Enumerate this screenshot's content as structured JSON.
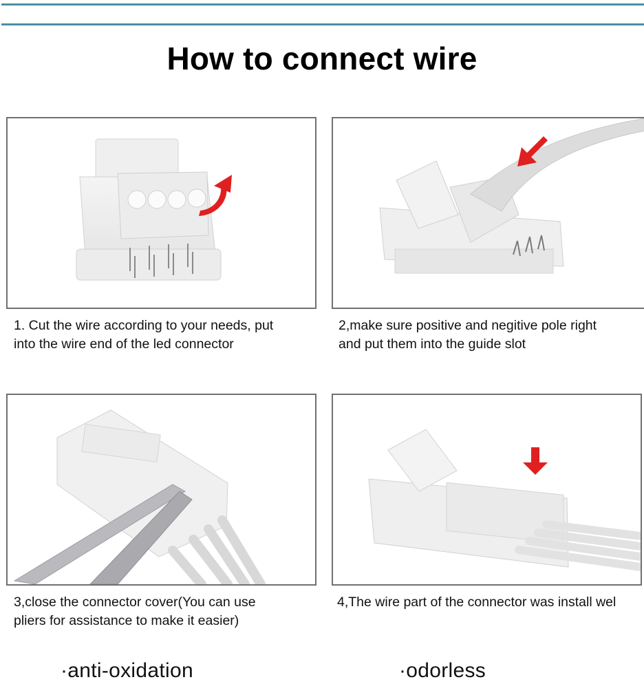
{
  "header": {
    "title": "How to connect wire",
    "accent_color": "#4a8fa3"
  },
  "steps": [
    {
      "caption_line1": "1. Cut the wire according to your needs, put",
      "caption_line2": "into the wire end of the led connector",
      "image_description": "open clear 4-pin LED strip connector with lid flipped up",
      "indicator": "curved-arrow-icon",
      "indicator_color": "#e02020"
    },
    {
      "caption_line1": "2,make sure positive and negitive pole right",
      "caption_line2": "and put them into the guide slot",
      "image_description": "flat 4-core wire inserted into connector guide slot",
      "indicator": "arrow-down-left-icon",
      "indicator_color": "#e02020"
    },
    {
      "caption_line1": "3,close the connector cover(You can use",
      "caption_line2": "pliers for assistance to make it easier)",
      "image_description": "pliers pressing connector cover closed over wires",
      "indicator": "",
      "indicator_color": ""
    },
    {
      "caption_line1": "4,The wire part of the connector was install wel",
      "caption_line2": "",
      "image_description": "connector with wires installed and cover closing",
      "indicator": "arrow-down-icon",
      "indicator_color": "#e02020"
    }
  ],
  "features": [
    {
      "label": "·anti-oxidation"
    },
    {
      "label": "·odorless"
    }
  ]
}
